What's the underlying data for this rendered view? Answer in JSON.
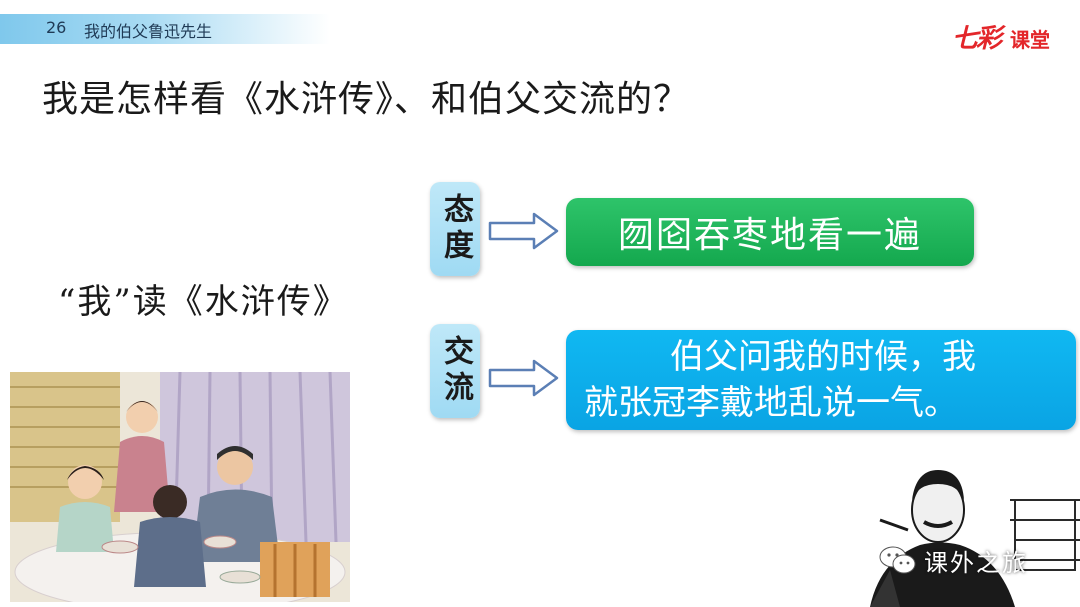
{
  "header": {
    "lesson_number": "26",
    "lesson_title": "我的伯父鲁迅先生"
  },
  "logo": {
    "mark": "七彩",
    "text": "课堂",
    "color": "#e3262a"
  },
  "question": "我是怎样看《水浒传》、和伯父交流的？",
  "subject": "“我”读《水浒传》",
  "rows": [
    {
      "tag": "态度",
      "content": "囫囵吞枣地看一遍",
      "color": "#1db158"
    },
    {
      "tag": "交流",
      "content_line1": "伯父问我的时候，我",
      "content_line2": "就张冠李戴地乱说一气。",
      "color": "#0cb0ee"
    }
  ],
  "watermark": {
    "text": "课外之旅"
  }
}
